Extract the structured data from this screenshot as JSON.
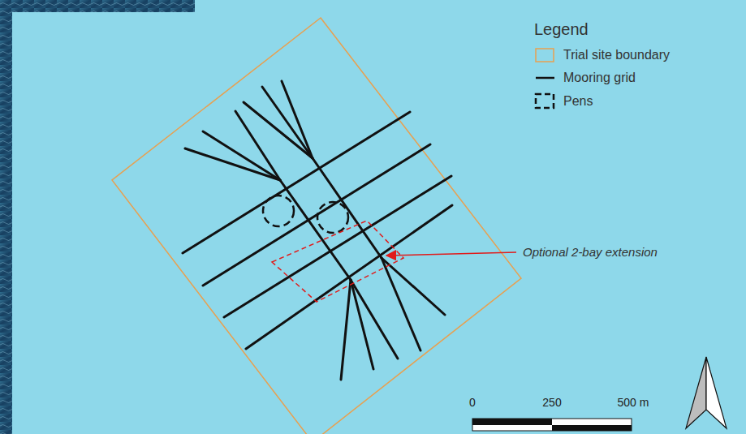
{
  "diagram": {
    "labels": [
      "Legend",
      "Optional 2-bay extension",
      "0",
      "250",
      "500 m"
    ],
    "legend": [
      {
        "text": "Trial site boundary"
      },
      {
        "text": "Mooring grid"
      },
      {
        "text": "Pens"
      }
    ]
  }
}
